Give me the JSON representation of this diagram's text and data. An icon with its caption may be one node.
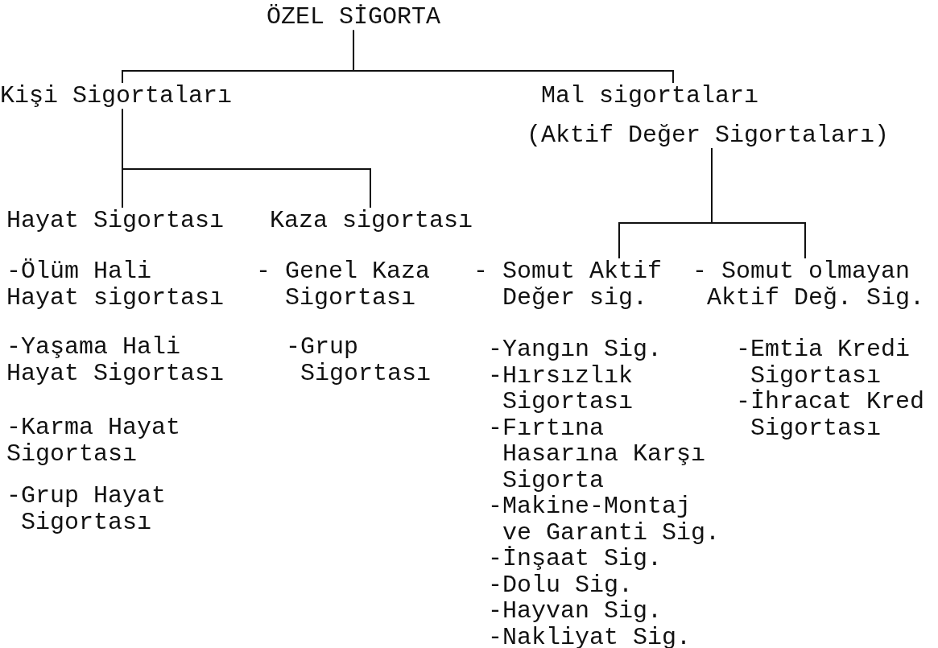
{
  "diagram": {
    "nodes": [
      {
        "text": [
          "ÖZEL SİGORTA"
        ]
      },
      {
        "text": [
          "Kişi Sigortaları"
        ]
      },
      {
        "text": [
          "Mal sigortaları",
          "(Aktif Değer Sigortaları)"
        ]
      },
      {
        "text": [
          "Hayat Sigortası"
        ]
      },
      {
        "text": [
          "Kaza sigortası"
        ]
      },
      {
        "text": [
          "- Somut Aktif Değer sig."
        ]
      },
      {
        "text": [
          "- Somut olmayan Aktif Değ. Sig."
        ]
      }
    ],
    "edges": [
      {
        "from": 0,
        "to": 1,
        "arrow": "none"
      },
      {
        "from": 0,
        "to": 2,
        "arrow": "none"
      },
      {
        "from": 1,
        "to": 3,
        "arrow": "none"
      },
      {
        "from": 1,
        "to": 4,
        "arrow": "none"
      },
      {
        "from": 2,
        "to": 5,
        "arrow": "none"
      },
      {
        "from": 2,
        "to": 6,
        "arrow": "none"
      }
    ],
    "labels": [
      "-Ölüm Hali Hayat sigortası",
      "-Yaşama Hali Hayat Sigortası",
      "-Karma Hayat Sigortası",
      "-Grup Hayat Sigortası",
      "- Genel Kaza Sigortası",
      "-Grup Sigortası",
      "-Yangın Sig.",
      "-Hırsızlık Sigortası",
      "-Fırtına Hasarına Karşı Sigorta",
      "-Makine-Montaj ve Garanti Sig.",
      "-İnşaat Sig.",
      "-Dolu Sig.",
      "-Hayvan Sig.",
      "-Nakliyat Sig.",
      "-Emtia Kredi Sigortası",
      "-İhracat Kred Sigortası"
    ]
  }
}
